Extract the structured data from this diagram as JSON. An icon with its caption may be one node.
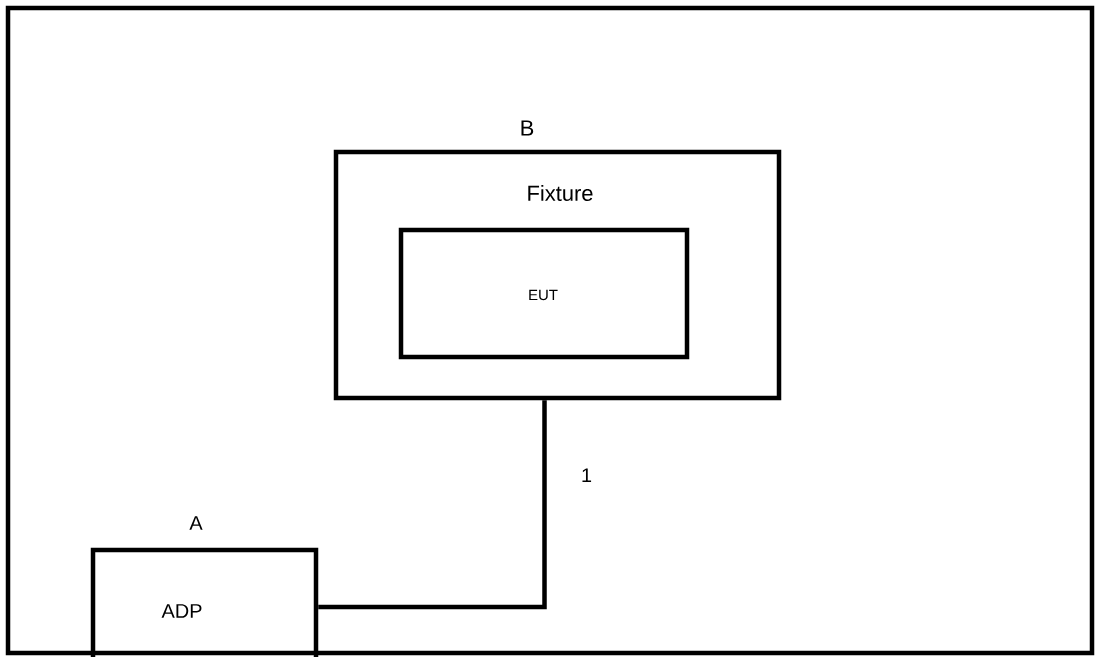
{
  "diagram": {
    "nodes": [
      {
        "text": [
          "B",
          "Fixture"
        ]
      },
      {
        "text": [
          "EUT"
        ],
        "in": 0
      },
      {
        "text": [
          "A",
          "ADP"
        ]
      }
    ],
    "edges": [
      {
        "from": 2,
        "to": 0,
        "arrow": "none",
        "label": "1"
      }
    ]
  }
}
